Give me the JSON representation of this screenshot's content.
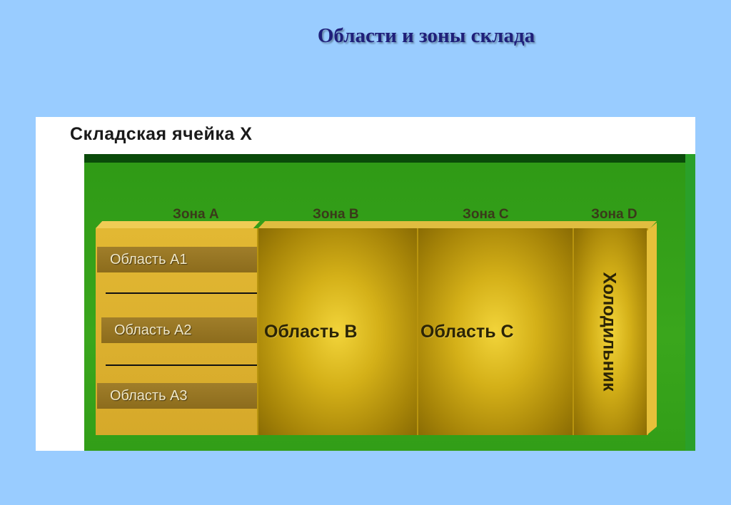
{
  "title": "Области и зоны склада",
  "diagram": {
    "cell_title": "Складская ячейка X",
    "zones": [
      {
        "label": "Зона A"
      },
      {
        "label": "Зона B"
      },
      {
        "label": "Зона C"
      },
      {
        "label": "Зона D"
      }
    ],
    "zone_a_areas": [
      "Область А1",
      "Область А2",
      "Область А3"
    ],
    "area_b": "Область В",
    "area_c": "Область С",
    "area_d": "Холодильник"
  },
  "colors": {
    "background": "#99ccff",
    "title": "#1f1f7a",
    "zone_green": "#3aa61c",
    "zone_gold": "#d6a92a"
  }
}
